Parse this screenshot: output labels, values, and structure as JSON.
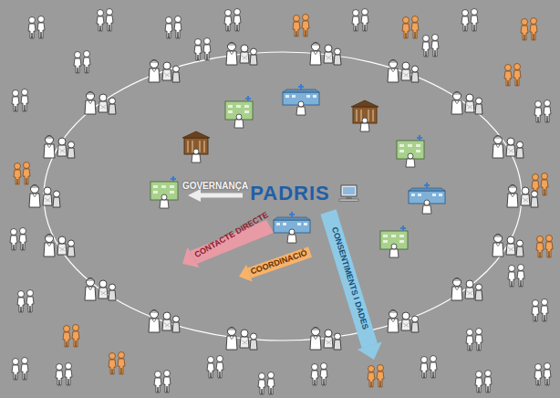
{
  "diagram": {
    "labels": [
      "PADRIS",
      "GOVERNANÇA",
      "CONTACTE DIRECTE",
      "COORDINACIÓ",
      "CONSENTIMENTS I DADES"
    ]
  }
}
